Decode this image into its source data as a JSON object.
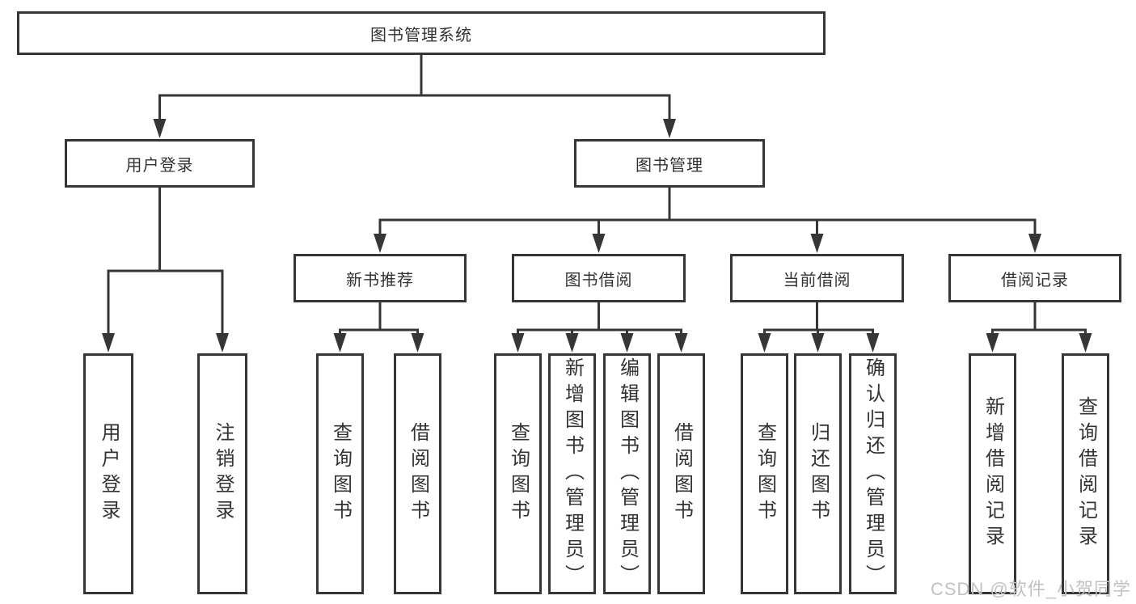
{
  "tree": {
    "root": {
      "label": "图书管理系统"
    },
    "branches": [
      {
        "label": "用户登录",
        "children": [
          {
            "label": "用户登录"
          },
          {
            "label": "注销登录"
          }
        ]
      },
      {
        "label": "图书管理",
        "children": [
          {
            "label": "新书推荐",
            "children": [
              {
                "label": "查询图书"
              },
              {
                "label": "借阅图书"
              }
            ]
          },
          {
            "label": "图书借阅",
            "children": [
              {
                "label": "查询图书"
              },
              {
                "label": "新增图书（管理员）"
              },
              {
                "label": "编辑图书（管理员）"
              },
              {
                "label": "借阅图书"
              }
            ]
          },
          {
            "label": "当前借阅",
            "children": [
              {
                "label": "查询图书"
              },
              {
                "label": "归还图书"
              },
              {
                "label": "确认归还（管理员）"
              }
            ]
          },
          {
            "label": "借阅记录",
            "children": [
              {
                "label": "新增借阅记录"
              },
              {
                "label": "查询借阅记录"
              }
            ]
          }
        ]
      }
    ]
  },
  "watermark": {
    "text": "CSDN @软件_小贺同学"
  },
  "colors": {
    "line": "#363636",
    "box_border": "#363636",
    "text": "#333333",
    "background": "#ffffff",
    "watermark": "#c2c2c2"
  }
}
